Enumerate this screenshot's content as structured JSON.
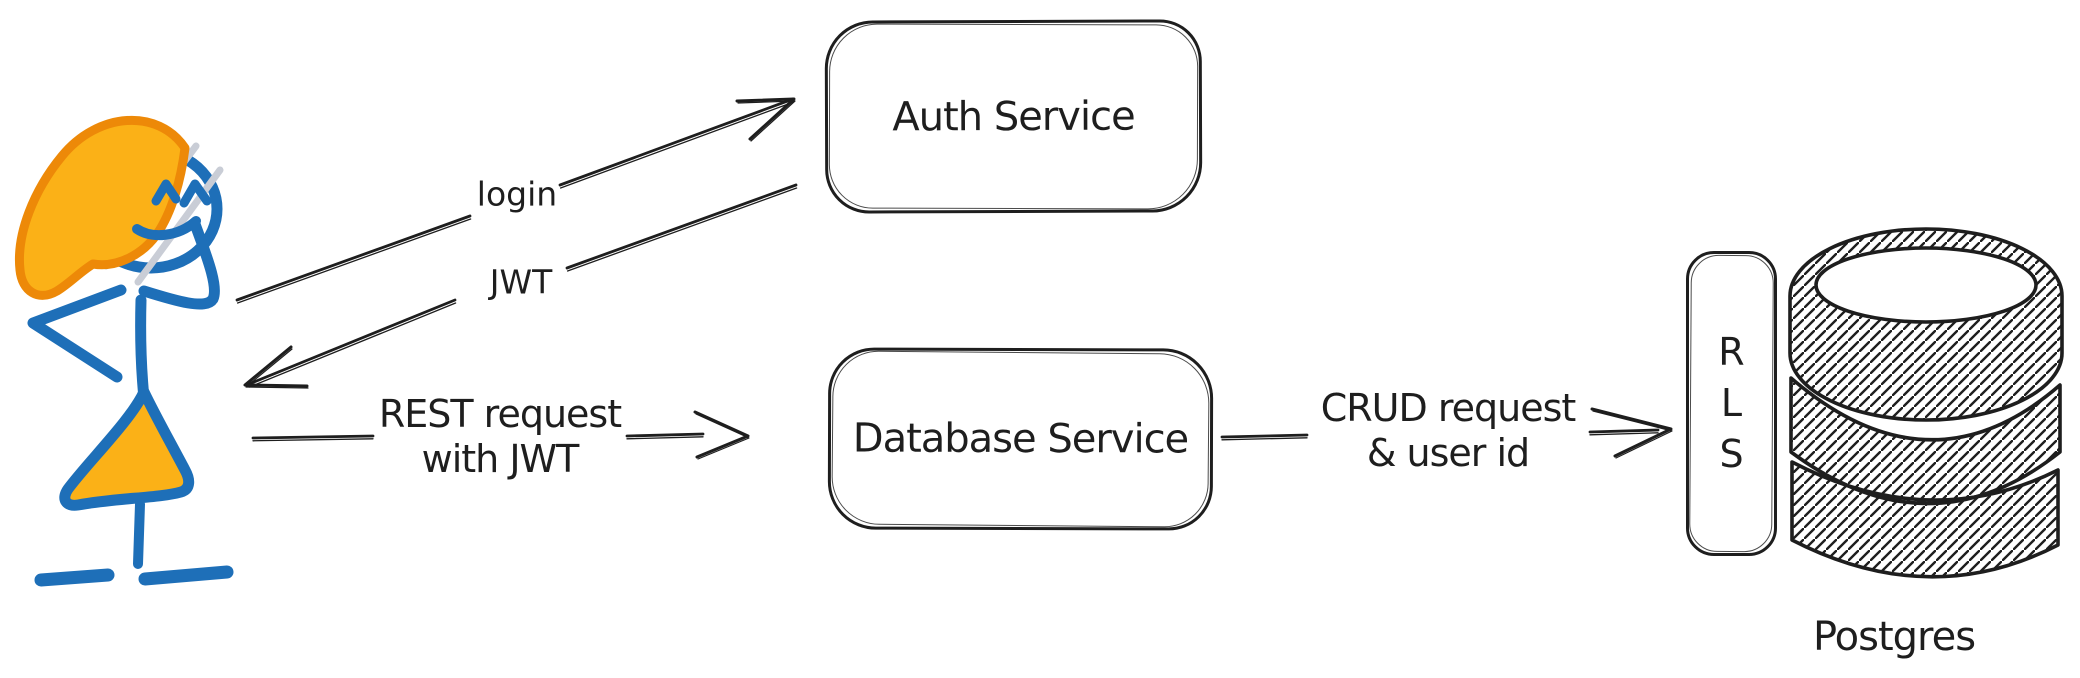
{
  "diagram": {
    "type": "hand-drawn-architecture-sketch",
    "colors": {
      "ink": "#1e1e1e",
      "actor_blue": "#1e6fb8",
      "actor_orange_fill": "#fbb117",
      "actor_orange_stroke": "#ed8908",
      "sketch_gray": "#c9cdd6",
      "background": "#ffffff"
    },
    "actor": {
      "icon": "stick-figure-woman-icon"
    },
    "nodes": {
      "auth_service": {
        "label": "Auth Service",
        "shape": "rounded-rectangle"
      },
      "database_service": {
        "label": "Database Service",
        "shape": "rounded-rectangle"
      },
      "rls": {
        "label": "RLS",
        "letters": [
          "R",
          "L",
          "S"
        ],
        "shape": "rounded-rectangle"
      },
      "postgres": {
        "label": "Postgres",
        "icon": "database-cylinder-icon"
      }
    },
    "arrows": {
      "login": {
        "label": "login",
        "from": "user",
        "to": "auth_service"
      },
      "jwt": {
        "label": "JWT",
        "from": "auth_service",
        "to": "user"
      },
      "rest_request": {
        "label_line1": "REST request",
        "label_line2": "with JWT",
        "from": "user",
        "to": "database_service"
      },
      "crud_request": {
        "label_line1": "CRUD request",
        "label_line2": "& user id",
        "from": "database_service",
        "to": "rls"
      }
    }
  }
}
